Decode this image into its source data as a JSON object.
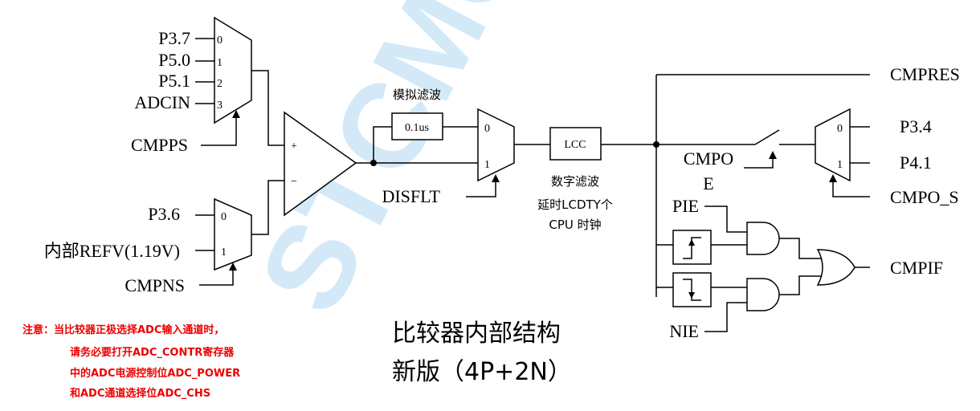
{
  "watermark": "STCMCU",
  "inputs": {
    "mux_pos": [
      "P3.7",
      "P5.0",
      "P5.1",
      "ADCIN"
    ],
    "mux_pos_sel": [
      "0",
      "1",
      "2",
      "3"
    ],
    "cmpps": "CMPPS",
    "mux_neg": [
      "P3.6",
      "内部REFV(1.19V)"
    ],
    "mux_neg_sel": [
      "0",
      "1"
    ],
    "cmpns": "CMPNS"
  },
  "comparator": {
    "plus": "+",
    "minus": "−"
  },
  "filter": {
    "analog_title": "模拟滤波",
    "analog_box": "0.1us",
    "mux_sel": [
      "0",
      "1"
    ],
    "disflt": "DISFLT",
    "lcc_box": "LCC",
    "digital_title": "数字滤波",
    "digital_line1": "延时LCDTY个",
    "digital_line2": "CPU 时钟"
  },
  "outputs": {
    "cmpres": "CMPRES",
    "cmpoe_line1": "CMPO",
    "cmpoe_line2": "E",
    "out_mux_sel": [
      "0",
      "1"
    ],
    "out_pins": [
      "P3.4",
      "P4.1"
    ],
    "cmpo_s": "CMPO_S",
    "pie": "PIE",
    "nie": "NIE",
    "cmpif": "CMPIF"
  },
  "title": {
    "line1": "比较器内部结构",
    "line2": "新版（4P+2N）"
  },
  "note": {
    "lines": [
      "注意：当比较器正极选择ADC输入通道时，",
      "请务必要打开ADC_CONTR寄存器",
      "中的ADC电源控制位ADC_POWER",
      "和ADC通道选择位ADC_CHS"
    ]
  },
  "colors": {
    "note": "#ee0000",
    "watermark": "#b9dcf4",
    "wire": "#000000"
  }
}
